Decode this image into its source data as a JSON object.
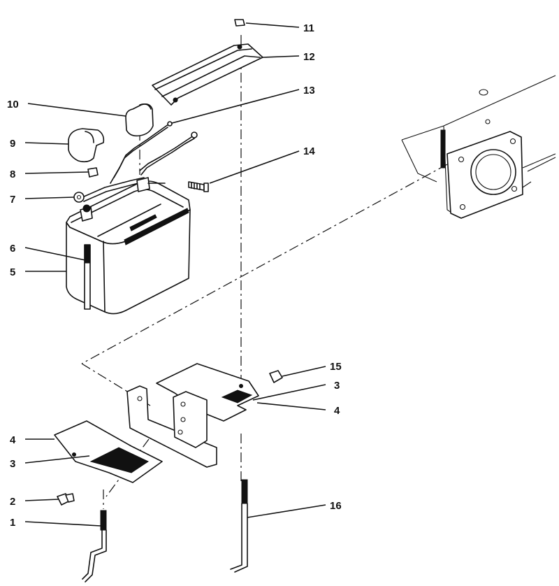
{
  "diagram": {
    "callouts": [
      {
        "id": "c1",
        "label": "1"
      },
      {
        "id": "c2",
        "label": "2"
      },
      {
        "id": "c3a",
        "label": "3"
      },
      {
        "id": "c3b",
        "label": "3"
      },
      {
        "id": "c4a",
        "label": "4"
      },
      {
        "id": "c4b",
        "label": "4"
      },
      {
        "id": "c5",
        "label": "5"
      },
      {
        "id": "c6",
        "label": "6"
      },
      {
        "id": "c7",
        "label": "7"
      },
      {
        "id": "c8",
        "label": "8"
      },
      {
        "id": "c9",
        "label": "9"
      },
      {
        "id": "c10",
        "label": "10"
      },
      {
        "id": "c11",
        "label": "11"
      },
      {
        "id": "c12",
        "label": "12"
      },
      {
        "id": "c13",
        "label": "13"
      },
      {
        "id": "c14",
        "label": "14"
      },
      {
        "id": "c15",
        "label": "15"
      },
      {
        "id": "c16",
        "label": "16"
      }
    ]
  }
}
